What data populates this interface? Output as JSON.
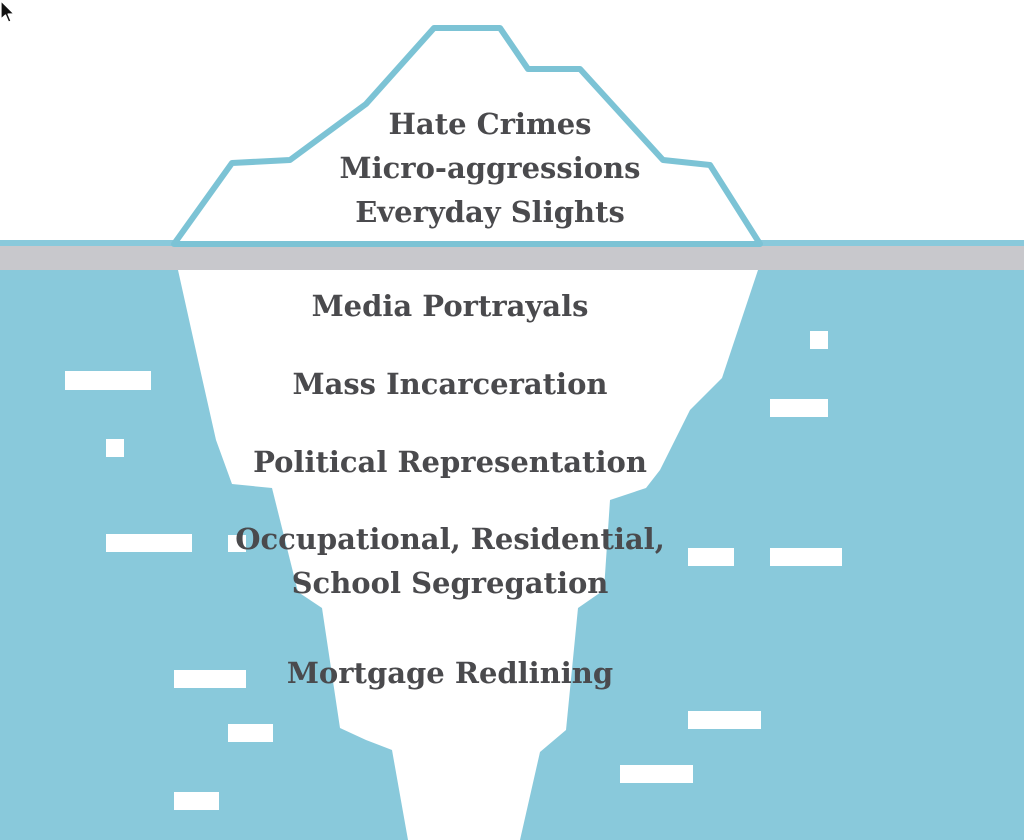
{
  "above_water": [
    "Hate Crimes",
    "Micro-aggressions",
    "Everyday Slights"
  ],
  "below_water": [
    "Media Portrayals",
    "Mass Incarceration",
    "Political Representation",
    "Occupational, Residential,",
    "School Segregation",
    "Mortgage Redlining"
  ],
  "colors": {
    "water": "#89c9db",
    "iceberg_outline": "#7cc3d5",
    "waterline": "#c8c8cc",
    "text": "#4a4a4d",
    "ice": "#ffffff"
  }
}
